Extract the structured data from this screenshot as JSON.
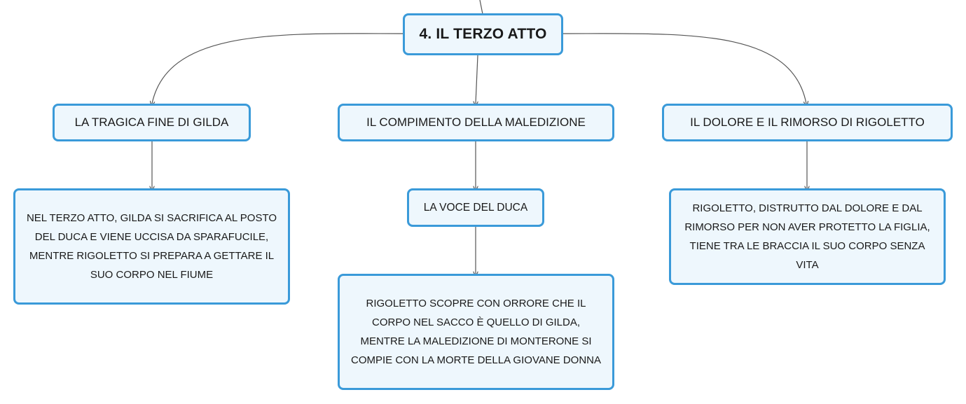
{
  "colors": {
    "node_border": "#3a9ad9",
    "node_fill": "#eef7fd",
    "connector": "#555555",
    "text": "#1a1a1a"
  },
  "root": {
    "label": "4. IL TERZO ATTO"
  },
  "topics": {
    "gilda": {
      "label": "LA TRAGICA FINE DI GILDA",
      "detail": "NEL TERZO ATTO, GILDA SI SACRIFICA AL POSTO DEL DUCA E VIENE UCCISA DA SPARAFUCILE, MENTRE RIGOLETTO SI PREPARA A GETTARE IL SUO CORPO NEL FIUME"
    },
    "maledizione": {
      "label": "IL COMPIMENTO DELLA MALEDIZIONE",
      "subtopic": "LA VOCE DEL DUCA",
      "detail": "RIGOLETTO SCOPRE CON ORRORE CHE IL CORPO NEL SACCO È QUELLO DI GILDA, MENTRE LA MALEDIZIONE DI MONTERONE SI COMPIE CON LA MORTE DELLA GIOVANE DONNA"
    },
    "rigoletto": {
      "label": "IL DOLORE E IL RIMORSO DI RIGOLETTO",
      "detail": "RIGOLETTO, DISTRUTTO DAL DOLORE E DAL RIMORSO PER NON AVER PROTETTO LA FIGLIA, TIENE TRA LE BRACCIA IL SUO CORPO SENZA VITA"
    }
  }
}
